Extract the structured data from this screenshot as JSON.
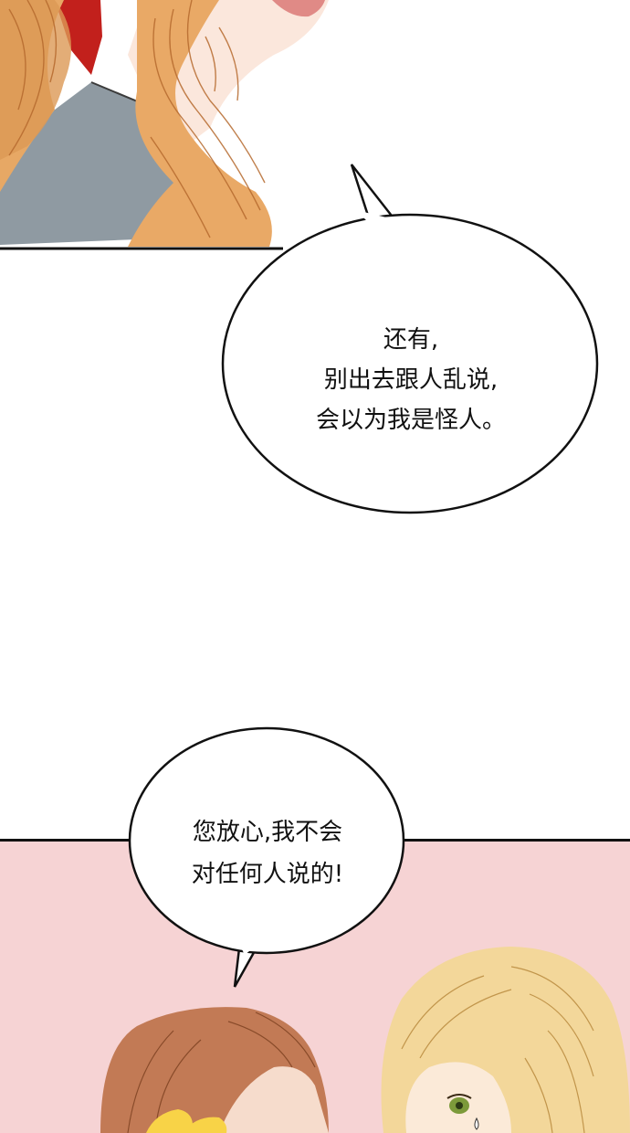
{
  "bubbles": [
    {
      "lines": [
        "还有,",
        "别出去跟人乱说,",
        "会以为我是怪人。"
      ]
    },
    {
      "lines": [
        "您放心,我不会",
        "对任何人说的!"
      ]
    }
  ],
  "colors": {
    "hair_top": "#e7a865",
    "hair_blonde": "#f3d79a",
    "hair_brown": "#c27a55",
    "collar_red": "#c2201c",
    "jacket_gray": "#8f9aa2",
    "bg_pink": "#f6d3d4",
    "bubble_outline": "#111111"
  }
}
